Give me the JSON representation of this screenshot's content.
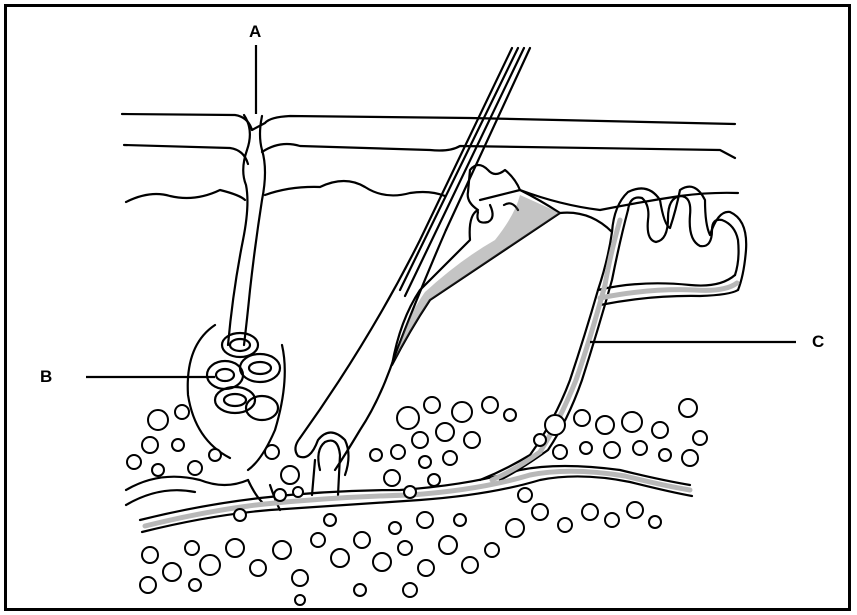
{
  "labels": {
    "a": "A",
    "b": "B",
    "c": "C"
  },
  "colors": {
    "line": "#000000",
    "vessel": "#b8b8b8",
    "background": "#ffffff"
  }
}
